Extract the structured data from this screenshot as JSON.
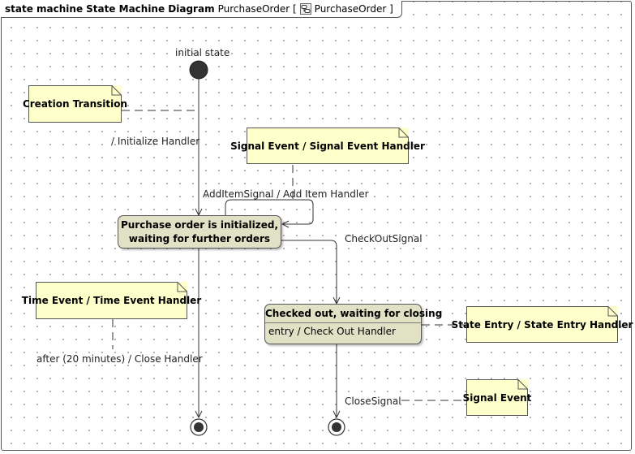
{
  "frame": {
    "keyword": "state machine",
    "name": "State Machine Diagram",
    "context": "PurchaseOrder [",
    "context_type": "PurchaseOrder ]",
    "context_icon": "state-machine-icon"
  },
  "pseudostates": {
    "initial_label": "initial state"
  },
  "states": {
    "initialized_line1": "Purchase order is initialized,",
    "initialized_line2": "waiting for further orders",
    "checked_out_title": "Checked out, waiting for closing",
    "checked_out_entry": "entry / Check Out Handler"
  },
  "transitions": {
    "initialize": "/ Initialize Handler",
    "add_item": "AddItemSignal / Add Item Handler",
    "check_out": "CheckOutSignal",
    "after": "after (20 minutes) / Close Handler",
    "close": "CloseSignal"
  },
  "notes": {
    "creation": "Creation Transition",
    "signal_event_handler": "Signal Event / Signal Event Handler",
    "time_event": "Time Event / Time Event Handler",
    "state_entry": "State Entry / State Entry Handler",
    "signal_event": "Signal Event"
  },
  "colors": {
    "note_fill": "#ffffcc",
    "state_fill": "#e1e1c6",
    "initial_fill": "#333333"
  }
}
